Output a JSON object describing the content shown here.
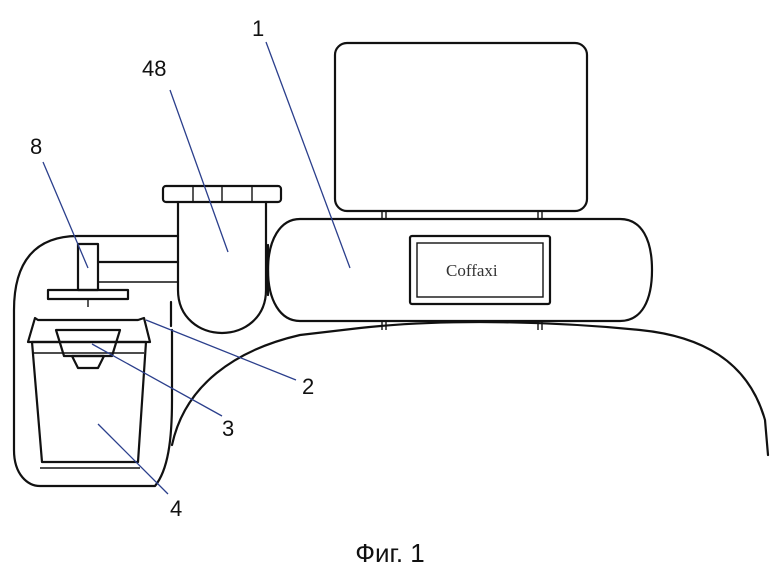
{
  "labels": {
    "l1": "1",
    "l48": "48",
    "l8": "8",
    "l2": "2",
    "l3": "3",
    "l4": "4"
  },
  "logo_text": "Coffaxi",
  "caption": "Фиг. 1"
}
